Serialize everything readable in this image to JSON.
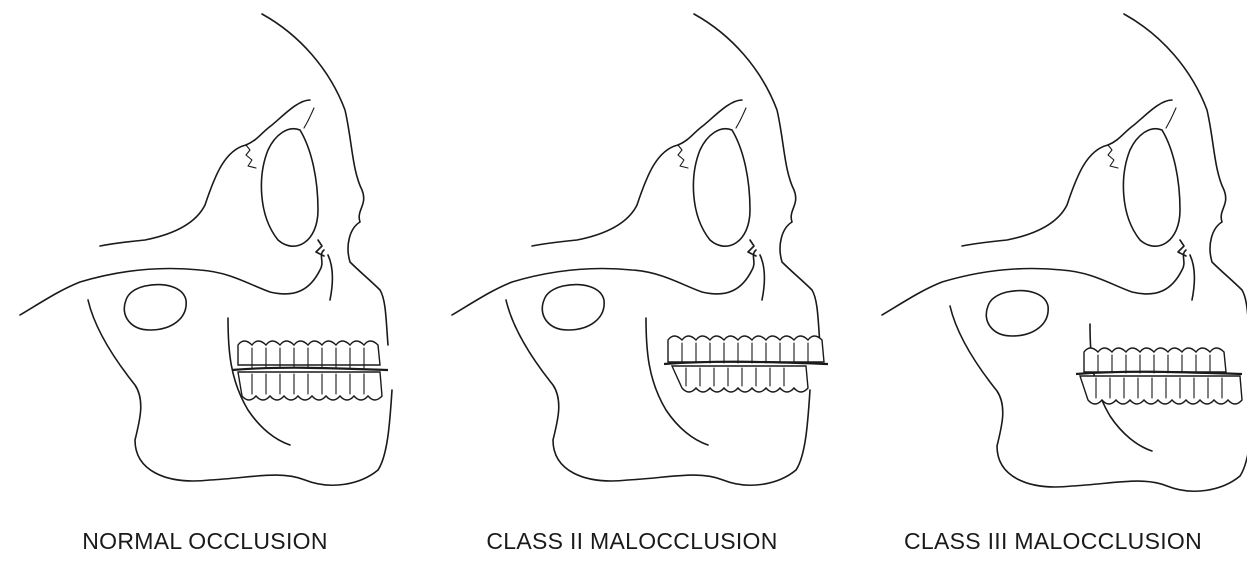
{
  "panels": [
    {
      "id": "normal",
      "caption": "NORMAL OCCLUSION",
      "jaw_relation": "normal"
    },
    {
      "id": "class2",
      "caption": "CLASS II MALOCCLUSION",
      "jaw_relation": "retruded-mandible"
    },
    {
      "id": "class3",
      "caption": "CLASS III MALOCCLUSION",
      "jaw_relation": "protruded-mandible"
    }
  ],
  "colors": {
    "line": "#1a1a1a",
    "background": "#ffffff"
  }
}
